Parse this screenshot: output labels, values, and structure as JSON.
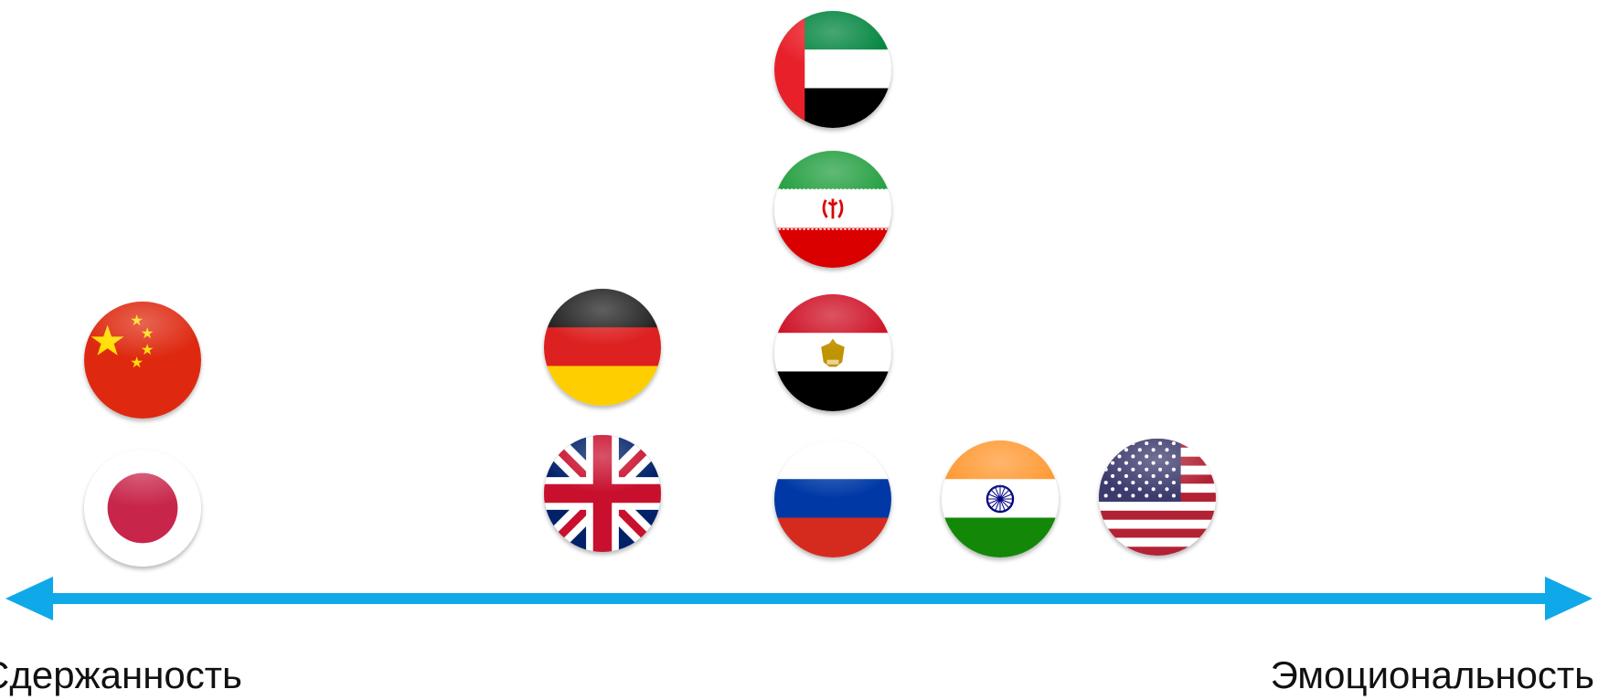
{
  "axis": {
    "left_label": "Сдержанность",
    "right_label": "Эмоциональность",
    "color": "#0FA8E8"
  },
  "flags": [
    {
      "country": "China",
      "icon": "china-flag-icon"
    },
    {
      "country": "Japan",
      "icon": "japan-flag-icon"
    },
    {
      "country": "Germany",
      "icon": "germany-flag-icon"
    },
    {
      "country": "United Kingdom",
      "icon": "uk-flag-icon"
    },
    {
      "country": "United Arab Emirates",
      "icon": "uae-flag-icon"
    },
    {
      "country": "Iran",
      "icon": "iran-flag-icon"
    },
    {
      "country": "Egypt",
      "icon": "egypt-flag-icon"
    },
    {
      "country": "Russia",
      "icon": "russia-flag-icon"
    },
    {
      "country": "India",
      "icon": "india-flag-icon"
    },
    {
      "country": "United States",
      "icon": "usa-flag-icon"
    }
  ]
}
